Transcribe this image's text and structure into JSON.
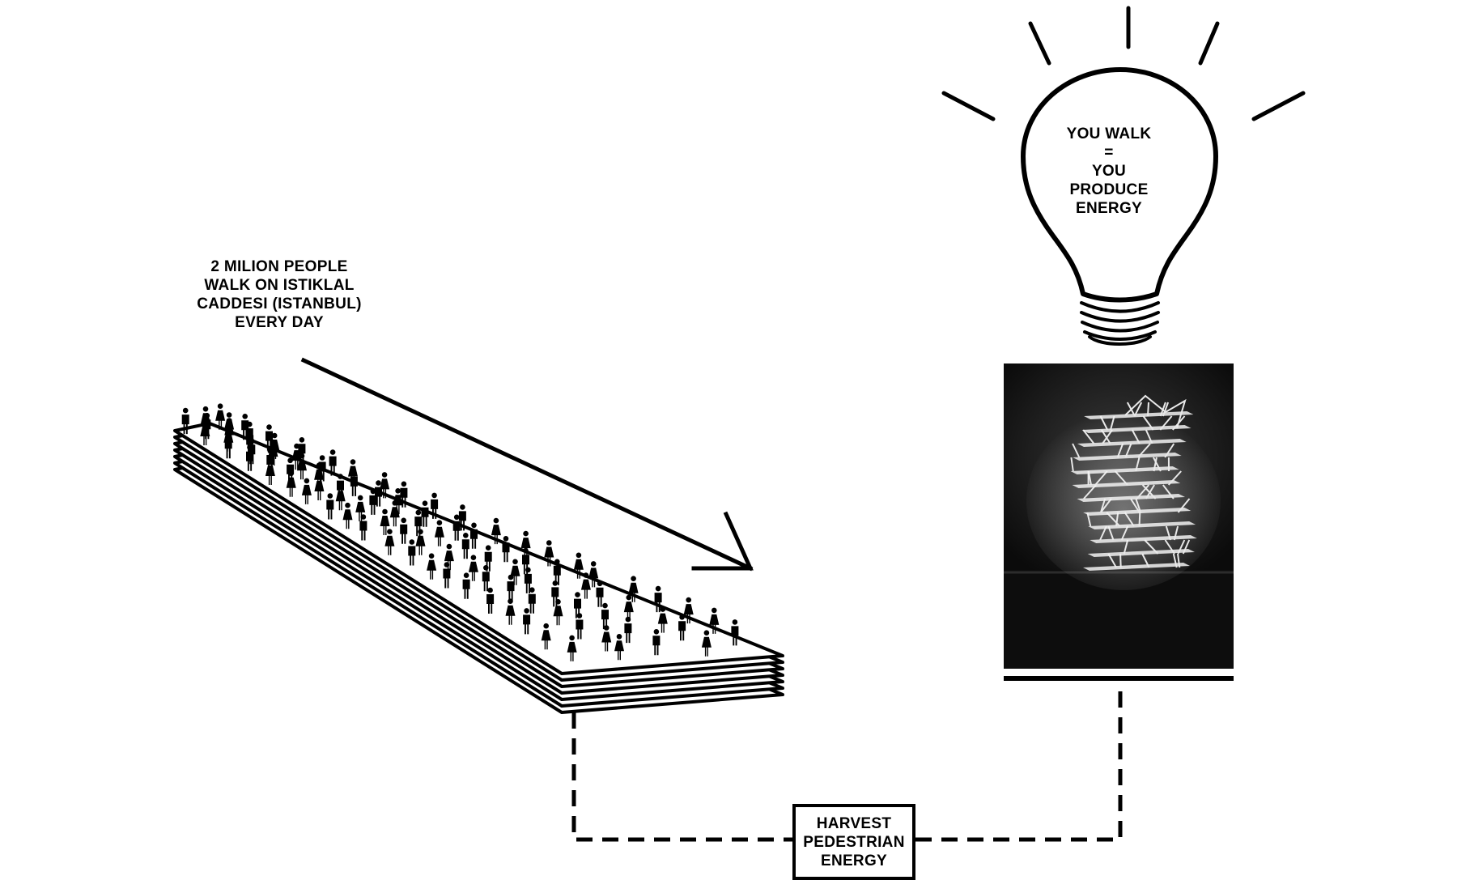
{
  "diagram": {
    "people_caption": {
      "lines": [
        "2 MILION PEOPLE",
        "WALK ON ISTIKLAL",
        "CADDESI (ISTANBUL)",
        "EVERY DAY"
      ]
    },
    "bulb_text": {
      "lines": [
        "YOU WALK",
        "=",
        "YOU",
        "PRODUCE",
        "ENERGY"
      ]
    },
    "harvest_box": {
      "lines": [
        "HARVEST",
        "PEDESTRIAN",
        "ENERGY"
      ]
    }
  },
  "colors": {
    "ink": "#000000",
    "paper": "#ffffff",
    "photo_sky": "#1c1c1c",
    "photo_ground": "#0d0d0d",
    "photo_structure": "#e8e8e8"
  },
  "icons": {
    "pedestrian": "person-icon",
    "bulb": "lightbulb-icon",
    "arrow": "arrow-icon"
  }
}
